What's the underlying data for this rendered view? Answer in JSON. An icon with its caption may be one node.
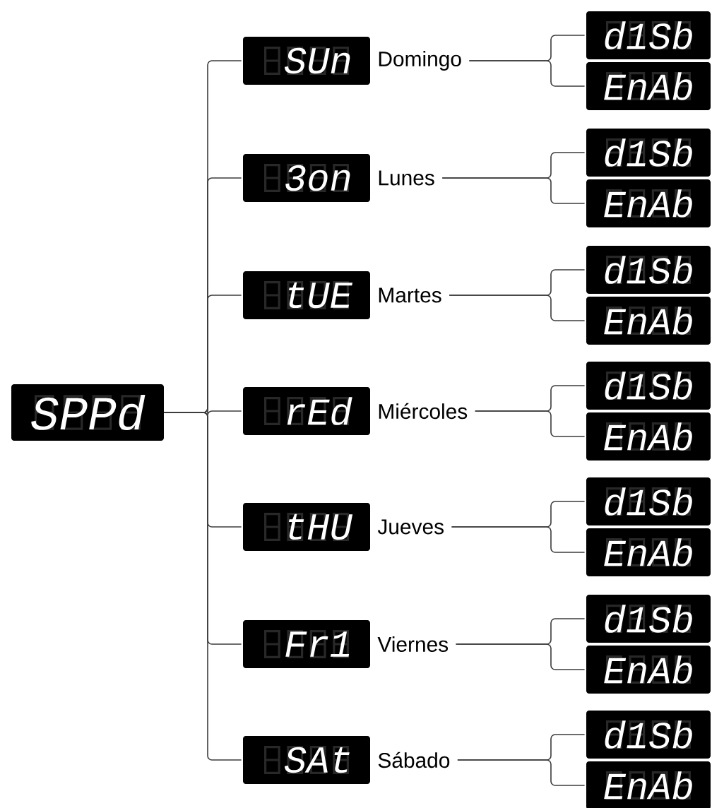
{
  "diagram": {
    "nodes": [
      {
        "text": [
          "SPPd"
        ]
      },
      {
        "text": [
          "SUn"
        ],
        "beside": [
          "Domingo"
        ]
      },
      {
        "text": [
          "d1Sb"
        ]
      },
      {
        "text": [
          "EnAb"
        ]
      },
      {
        "text": [
          "3on"
        ],
        "beside": [
          "Lunes"
        ]
      },
      {
        "text": [
          "d1Sb"
        ]
      },
      {
        "text": [
          "EnAb"
        ]
      },
      {
        "text": [
          "tUE"
        ],
        "beside": [
          "Martes"
        ]
      },
      {
        "text": [
          "d1Sb"
        ]
      },
      {
        "text": [
          "EnAb"
        ]
      },
      {
        "text": [
          "rEd"
        ],
        "beside": [
          "Miércoles"
        ]
      },
      {
        "text": [
          "d1Sb"
        ]
      },
      {
        "text": [
          "EnAb"
        ]
      },
      {
        "text": [
          "tHU"
        ],
        "beside": [
          "Jueves"
        ]
      },
      {
        "text": [
          "d1Sb"
        ]
      },
      {
        "text": [
          "EnAb"
        ]
      },
      {
        "text": [
          "Fr1"
        ],
        "beside": [
          "Viernes"
        ]
      },
      {
        "text": [
          "d1Sb"
        ]
      },
      {
        "text": [
          "EnAb"
        ]
      },
      {
        "text": [
          "SAt"
        ],
        "beside": [
          "Sábado"
        ]
      },
      {
        "text": [
          "d1Sb"
        ]
      },
      {
        "text": [
          "EnAb"
        ]
      }
    ],
    "edges": [
      {
        "from": 0,
        "to": 1,
        "arrow": "none"
      },
      {
        "from": 0,
        "to": 4,
        "arrow": "none"
      },
      {
        "from": 0,
        "to": 7,
        "arrow": "none"
      },
      {
        "from": 0,
        "to": 10,
        "arrow": "none"
      },
      {
        "from": 0,
        "to": 13,
        "arrow": "none"
      },
      {
        "from": 0,
        "to": 16,
        "arrow": "none"
      },
      {
        "from": 0,
        "to": 19,
        "arrow": "none"
      },
      {
        "from": 1,
        "to": 2,
        "arrow": "none"
      },
      {
        "from": 1,
        "to": 3,
        "arrow": "none"
      },
      {
        "from": 4,
        "to": 5,
        "arrow": "none"
      },
      {
        "from": 4,
        "to": 6,
        "arrow": "none"
      },
      {
        "from": 7,
        "to": 8,
        "arrow": "none"
      },
      {
        "from": 7,
        "to": 9,
        "arrow": "none"
      },
      {
        "from": 10,
        "to": 11,
        "arrow": "none"
      },
      {
        "from": 10,
        "to": 12,
        "arrow": "none"
      },
      {
        "from": 13,
        "to": 14,
        "arrow": "none"
      },
      {
        "from": 13,
        "to": 15,
        "arrow": "none"
      },
      {
        "from": 16,
        "to": 17,
        "arrow": "none"
      },
      {
        "from": 16,
        "to": 18,
        "arrow": "none"
      },
      {
        "from": 19,
        "to": 20,
        "arrow": "none"
      },
      {
        "from": 19,
        "to": 21,
        "arrow": "none"
      }
    ]
  }
}
